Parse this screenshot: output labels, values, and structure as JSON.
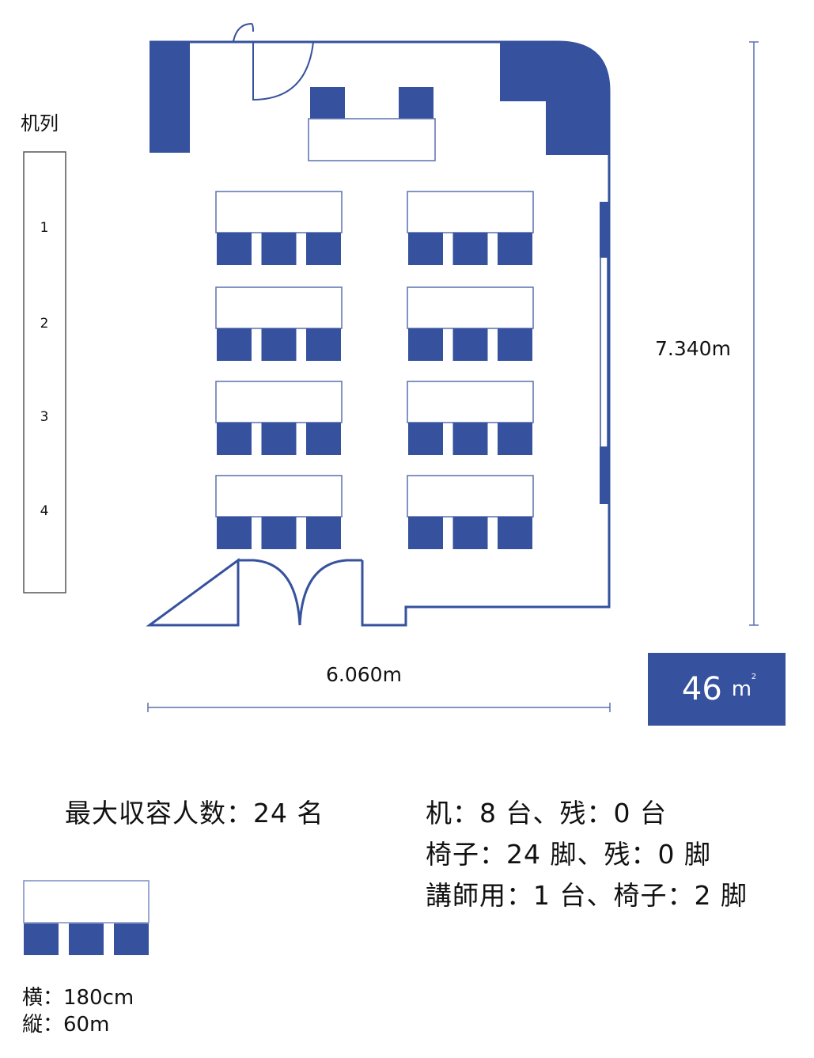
{
  "colors": {
    "accent": "#36529e",
    "line": "#36529e",
    "text": "#111111"
  },
  "row_legend": {
    "title": "机列",
    "rows": [
      "1",
      "2",
      "3",
      "4"
    ]
  },
  "dimensions": {
    "height": "7.340m",
    "width": "6.060m"
  },
  "area": {
    "value": "46",
    "unit": "m",
    "unit_sup": "2"
  },
  "layout": {
    "desks_per_row": 2,
    "rows": 4,
    "chairs_per_desk": 3,
    "lecturer_desk": {
      "count": 1,
      "chairs": 2
    }
  },
  "capacity": {
    "text": "最大収容人数：24 名"
  },
  "inventory": [
    {
      "text": "机：8 台、残：0 台"
    },
    {
      "text": "椅子：24 脚、残：0 脚"
    },
    {
      "text": "講師用：1 台、椅子：2 脚"
    }
  ],
  "desk_spec": {
    "width_text": "横：180cm",
    "depth_text": "縦：60m"
  }
}
